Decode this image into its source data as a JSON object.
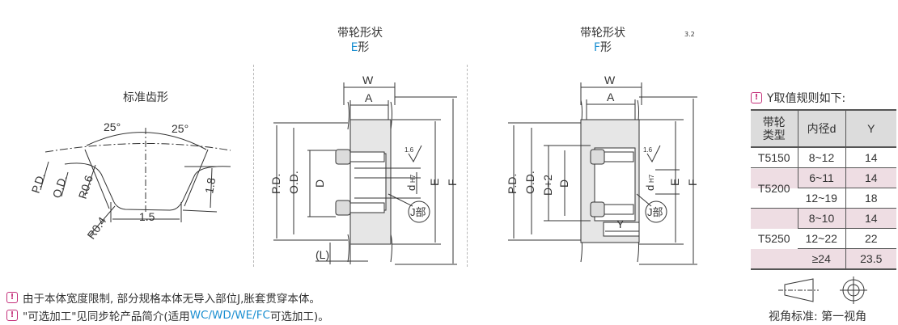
{
  "standard_profile": {
    "title": "标准齿形",
    "labels": {
      "angle_left": "25°",
      "angle_right": "25°",
      "pd": "P.D.",
      "od": "O.D.",
      "r_top": "R0.6",
      "r_bottom": "R0.4",
      "width": "1.5",
      "depth": "1.8"
    }
  },
  "e_type": {
    "title": "带轮形状",
    "type_letter": "E",
    "type_suffix": "形",
    "labels": {
      "w": "W",
      "a": "A",
      "pd": "P.D.",
      "od": "O.D.",
      "d": "D",
      "roughness": "1.6",
      "bore": "d",
      "bore_tol": "H7",
      "e": "E",
      "f": "F",
      "j": "J部",
      "l": "(L)"
    }
  },
  "f_type": {
    "title": "带轮形状",
    "type_letter": "F",
    "type_suffix": "形",
    "roughness_general": "3.2",
    "labels": {
      "w": "W",
      "a": "A",
      "pd": "P.D.",
      "od": "O.D.",
      "d2": "D+2",
      "d": "D",
      "roughness": "1.6",
      "bore": "d",
      "bore_tol": "H7",
      "e": "E",
      "f": "F",
      "j": "J部",
      "y": "Y"
    }
  },
  "y_table": {
    "caption": "Y取值规则如下:",
    "headers": [
      "带轮\n类型",
      "内径d",
      "Y"
    ],
    "header_line1": "带轮",
    "header_line2": "类型",
    "header_bore": "内径d",
    "header_y": "Y",
    "groups": [
      {
        "type": "T5150",
        "rows": [
          {
            "bore": "8~12",
            "y": "14"
          }
        ]
      },
      {
        "type": "T5200",
        "rows": [
          {
            "bore": "6~11",
            "y": "14"
          },
          {
            "bore": "12~19",
            "y": "18"
          }
        ]
      },
      {
        "type": "T5250",
        "rows": [
          {
            "bore": "8~10",
            "y": "14"
          },
          {
            "bore": "12~22",
            "y": "22"
          },
          {
            "bore": "≥24",
            "y": "23.5"
          }
        ]
      }
    ]
  },
  "projection": {
    "label": "视角标准: 第一视角"
  },
  "notes": [
    {
      "text": "由于本体宽度限制, 部分规格本体无导入部位J,胀套贯穿本体。"
    },
    {
      "prefix": "\"可选加工\"见同步轮产品简介(适用",
      "highlight": "WC/WD/WE/FC",
      "suffix": "可选加工)。"
    }
  ],
  "colors": {
    "accent": "#1a8fd1",
    "warning": "#c4307a",
    "table_header": "#dcdcdc",
    "table_pink": "#eedde3",
    "bore_label": "#a0307a",
    "pulley_body": "#e6e6e6"
  }
}
